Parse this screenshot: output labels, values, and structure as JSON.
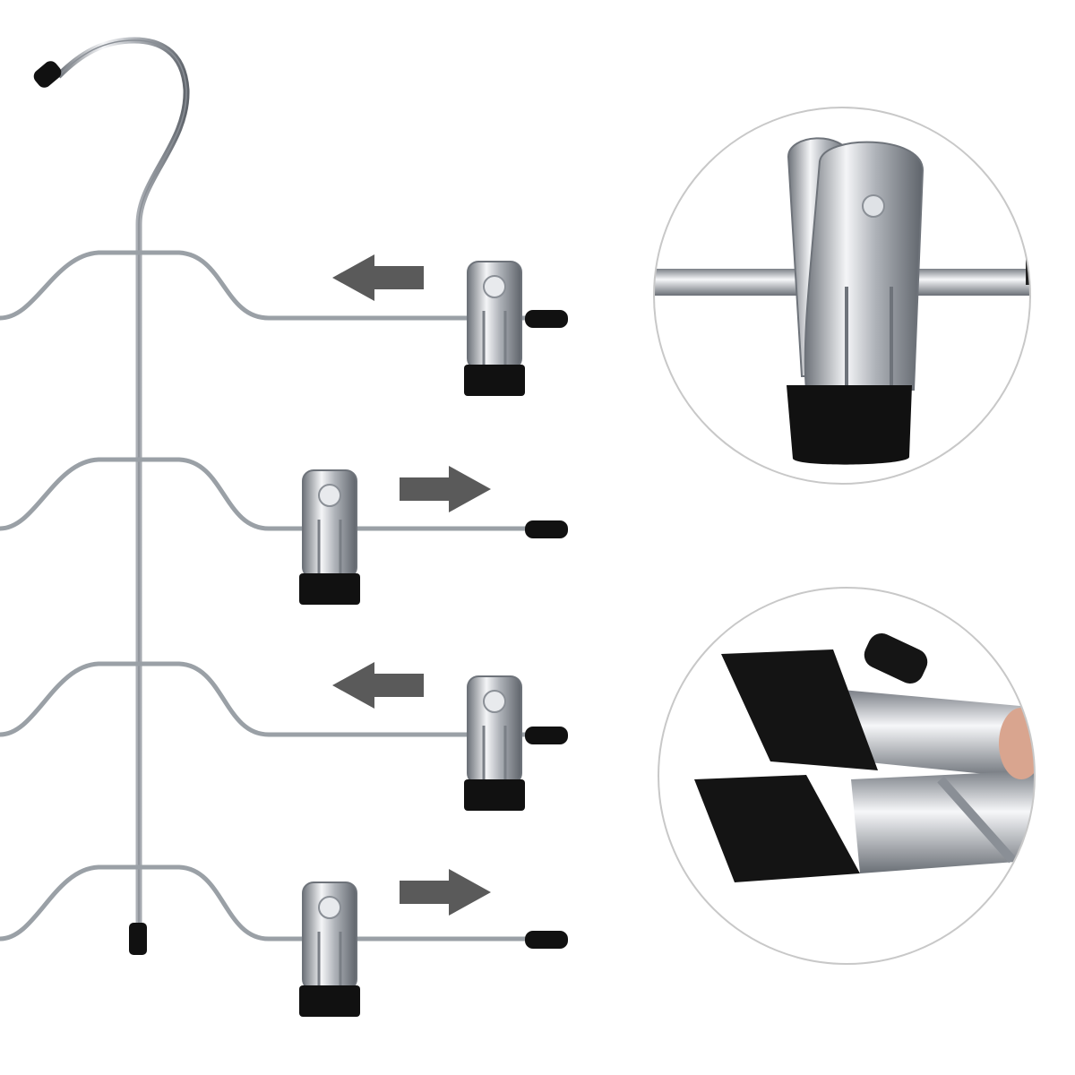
{
  "product": {
    "tiers": 4,
    "arrow_directions": [
      "left",
      "right",
      "left",
      "right"
    ]
  },
  "colors": {
    "background": "#ffffff",
    "chrome": "#b8bcc2",
    "chrome_dark": "#6e737a",
    "rubber": "#111111",
    "arrow": "#5a5a5a",
    "circle_border": "#c8c8c8"
  }
}
